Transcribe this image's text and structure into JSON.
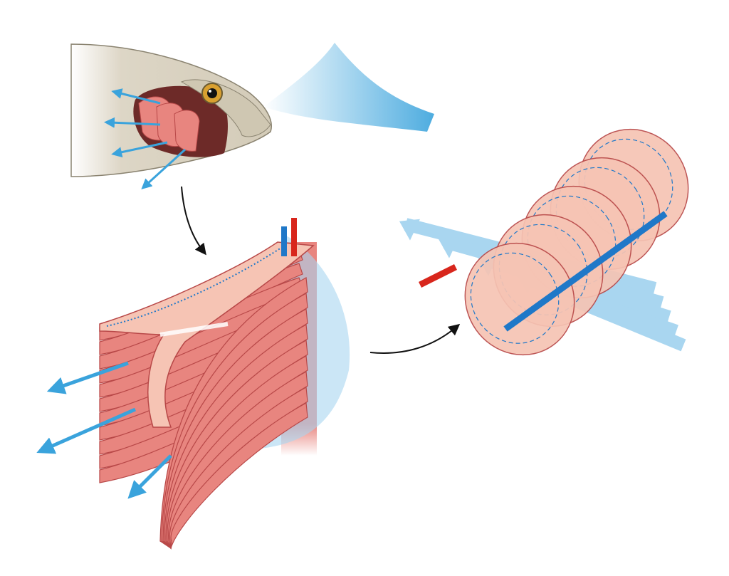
{
  "colors": {
    "background": "#ffffff",
    "fish_skin": "#ddd6c6",
    "fish_outline": "#8a8370",
    "gill_pink": "#e8857f",
    "gill_dark": "#b84848",
    "gill_light": "#f6c4b4",
    "water_blue": "#3aa3dc",
    "water_light": "#a9d6f0",
    "vessel_red": "#d8261c",
    "vessel_blue": "#1f78c8",
    "eye_gold": "#d9a030",
    "arrow_black": "#111111"
  },
  "icons": [
    "fish-head",
    "gill-filaments",
    "gill-lamellae",
    "water-flow-arrows",
    "flow-arrow"
  ]
}
